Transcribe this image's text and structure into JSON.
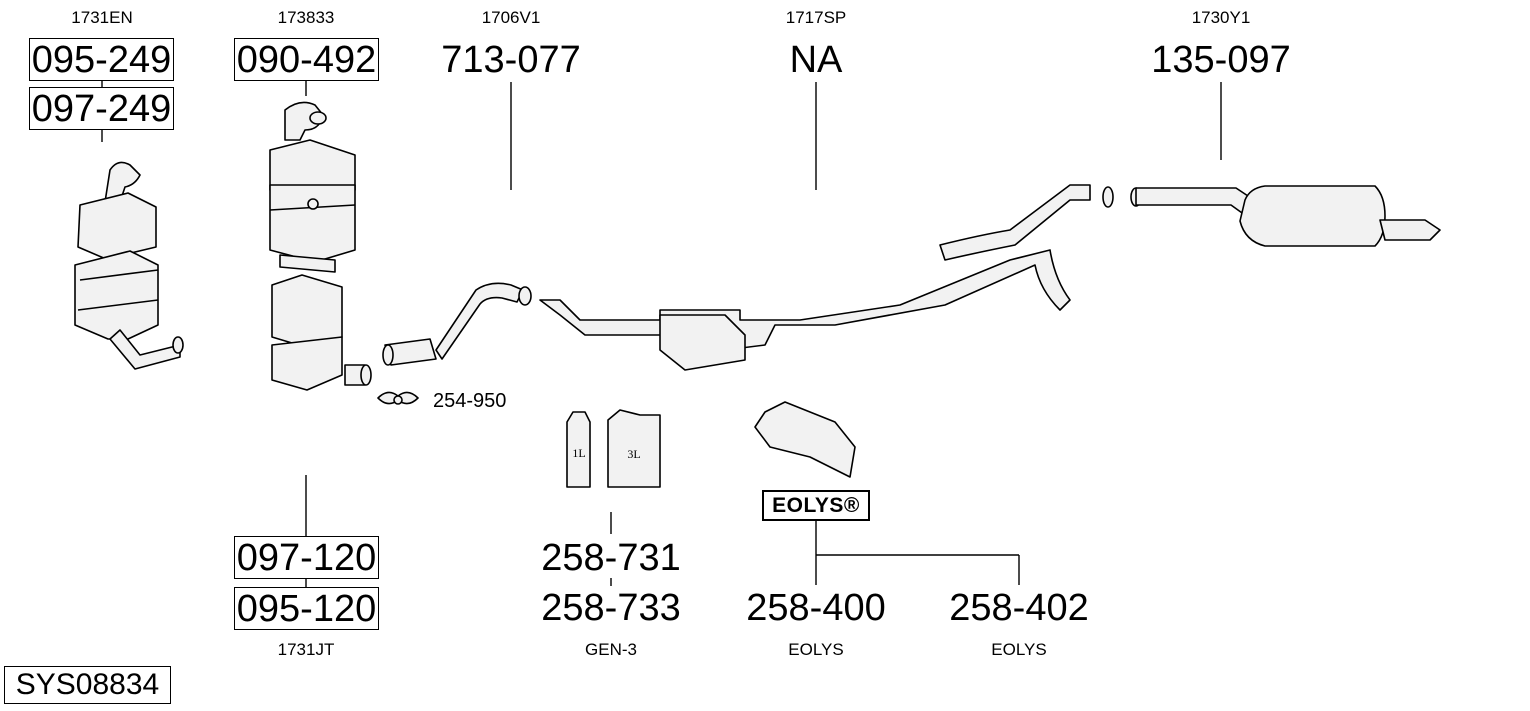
{
  "columns": [
    {
      "id": "c1",
      "code": "1731EN",
      "parts": [
        "095-249",
        "097-249"
      ]
    },
    {
      "id": "c2",
      "code": "173833",
      "parts": [
        "090-492"
      ]
    },
    {
      "id": "c3",
      "code": "1706V1",
      "parts": [
        "713-077"
      ]
    },
    {
      "id": "c4",
      "code": "1717SP",
      "parts": [
        "NA"
      ]
    },
    {
      "id": "c5",
      "code": "1730Y1",
      "parts": [
        "135-097"
      ]
    }
  ],
  "bottom": {
    "dpf_parts": [
      "097-120",
      "095-120"
    ],
    "dpf_code": "1731JT",
    "additive_parts": [
      "258-731",
      "258-733"
    ],
    "additive_code": "GEN-3",
    "eolys_part_1": "258-400",
    "eolys_code_1": "EOLYS",
    "eolys_part_2": "258-402",
    "eolys_code_2": "EOLYS"
  },
  "clamp": {
    "part": "254-950"
  },
  "containers": {
    "small": "1L",
    "large": "3L"
  },
  "eolys_badge": "EOLYS®",
  "system_id": "SYS08834",
  "line_color": "#000000",
  "part_fill": "#f2f2f2"
}
